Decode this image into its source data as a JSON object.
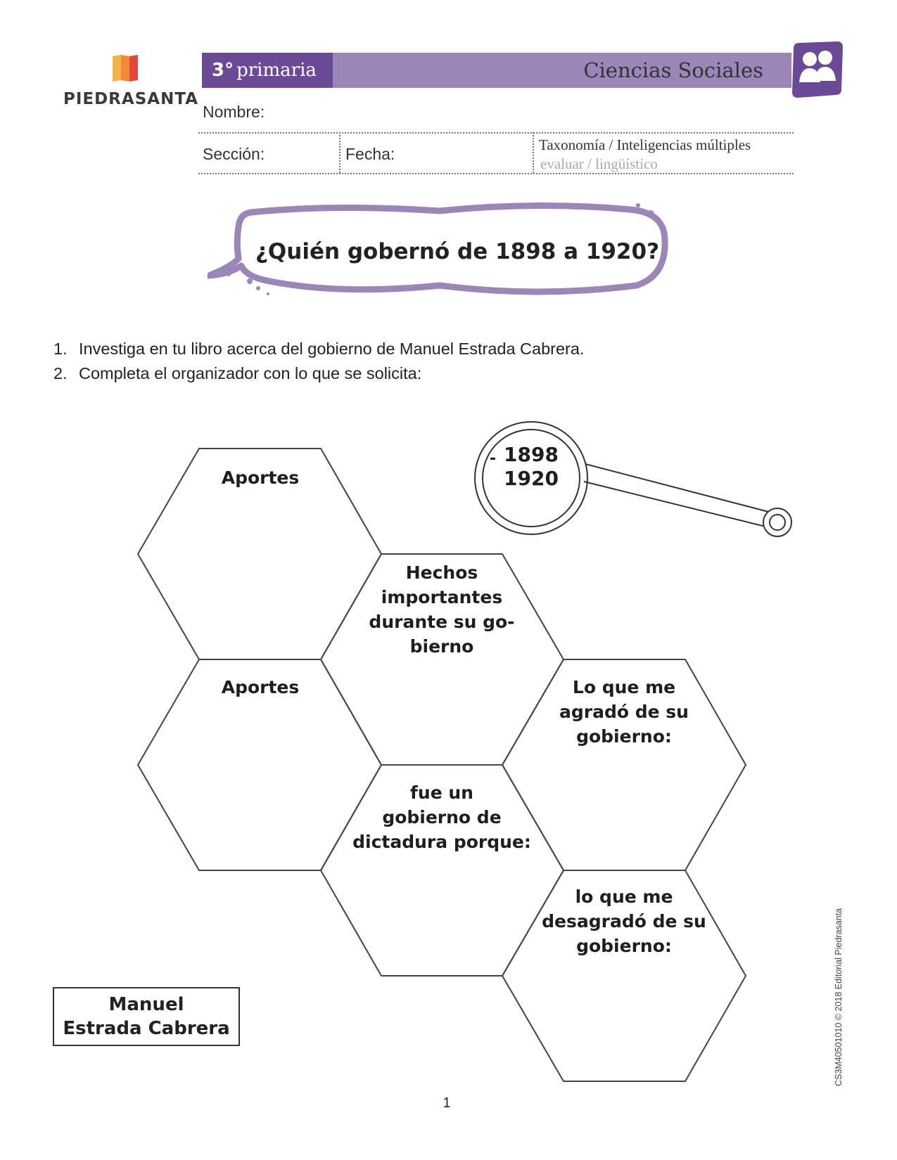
{
  "header": {
    "logo_text": "PIEDRASANTA",
    "grade_number": "3°",
    "grade_label": "primaria",
    "subject": "Ciencias Sociales"
  },
  "student_info": {
    "name_label": "Nombre:",
    "section_label": "Sección:",
    "date_label": "Fecha:",
    "taxonomy_label": "Taxonomía / Inteligencias múltiples",
    "taxonomy_value": "evaluar / lingüístico"
  },
  "title": "¿Quién gobernó de 1898 a 1920?",
  "instructions": [
    {
      "num": "1.",
      "text": "Investiga en tu libro acerca del gobierno de Manuel Estrada Cabrera."
    },
    {
      "num": "2.",
      "text": "Completa el organizador con lo que se solicita:"
    }
  ],
  "magnifier": {
    "dash": "-",
    "year_start": "1898",
    "year_end": "1920"
  },
  "hexagons": [
    {
      "id": "aportes-1",
      "lines": [
        "Aportes"
      ]
    },
    {
      "id": "hechos",
      "lines": [
        "Hechos",
        "importantes",
        "durante su go-",
        "bierno"
      ]
    },
    {
      "id": "aportes-2",
      "lines": [
        "Aportes"
      ]
    },
    {
      "id": "agrado",
      "lines": [
        "Lo que me",
        "agradó de su",
        "gobierno:"
      ]
    },
    {
      "id": "dictadura",
      "lines": [
        "fue un",
        "gobierno de",
        "dictadura porque:"
      ]
    },
    {
      "id": "desagrado",
      "lines": [
        "lo que me",
        "desagradó de su",
        "gobierno:"
      ]
    }
  ],
  "name_box": {
    "line1": "Manuel",
    "line2": "Estrada Cabrera"
  },
  "footer": {
    "page_number": "1",
    "copyright": "CS3M40501010  ©  2018 Editorial Piedrasanta"
  },
  "colors": {
    "header_band": "#9a86b7",
    "grade_box": "#6a4a95",
    "bubble_stroke": "#9a86b7"
  }
}
